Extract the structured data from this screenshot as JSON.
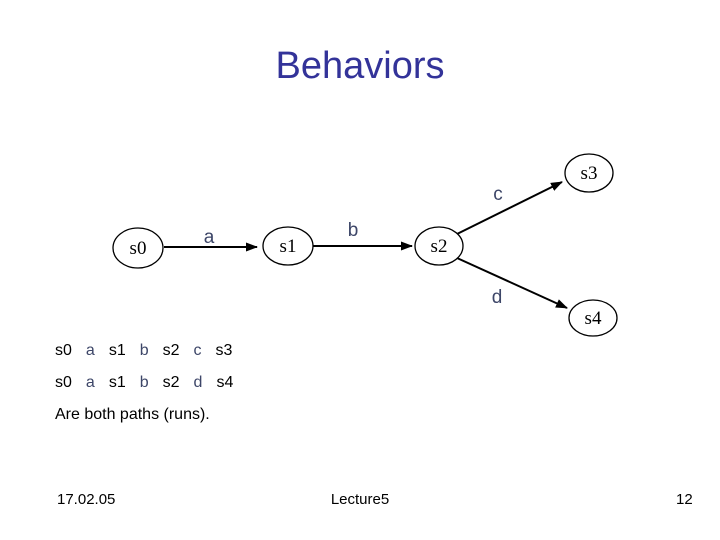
{
  "title": "Behaviors",
  "colors": {
    "title": "#333399",
    "action": "#3d4668",
    "ink": "#000000"
  },
  "diagram": {
    "nodes": [
      {
        "id": "s0",
        "label": "s0"
      },
      {
        "id": "s1",
        "label": "s1"
      },
      {
        "id": "s2",
        "label": "s2"
      },
      {
        "id": "s3",
        "label": "s3"
      },
      {
        "id": "s4",
        "label": "s4"
      }
    ],
    "edges": [
      {
        "from": "s0",
        "to": "s1",
        "label": "a"
      },
      {
        "from": "s1",
        "to": "s2",
        "label": "b"
      },
      {
        "from": "s2",
        "to": "s3",
        "label": "c"
      },
      {
        "from": "s2",
        "to": "s4",
        "label": "d"
      }
    ]
  },
  "runs": [
    {
      "tokens": [
        "s0",
        "a",
        "s1",
        "b",
        "s2",
        "c",
        "s3"
      ]
    },
    {
      "tokens": [
        "s0",
        "a",
        "s1",
        "b",
        "s2",
        "d",
        "s4"
      ]
    }
  ],
  "caption": "Are both paths (runs).",
  "footer": {
    "date": "17.02.05",
    "lecture": "Lecture5",
    "page": "12"
  }
}
